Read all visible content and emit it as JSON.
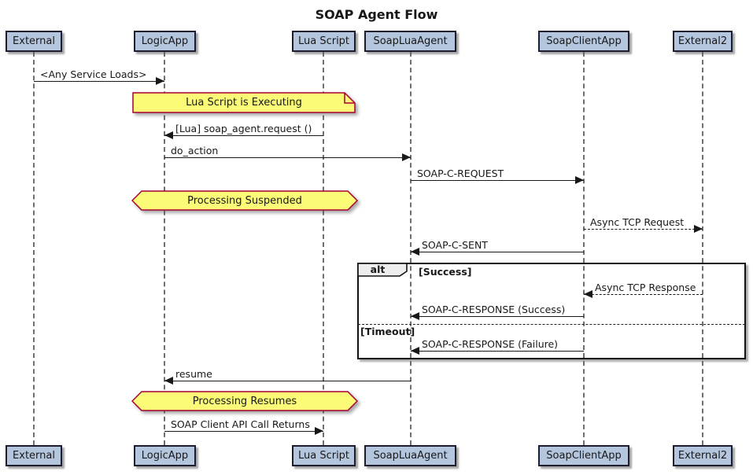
{
  "title": "SOAP Agent Flow",
  "participants": [
    {
      "name": "External"
    },
    {
      "name": "LogicApp"
    },
    {
      "name": "Lua Script"
    },
    {
      "name": "SoapLuaAgent"
    },
    {
      "name": "SoapClientApp"
    },
    {
      "name": "External2"
    }
  ],
  "messages": [
    {
      "label": "<Any Service Loads>",
      "from": "External",
      "to": "LogicApp",
      "line": "solid"
    },
    {
      "label": "[Lua] soap_agent.request ()",
      "from": "Lua Script",
      "to": "LogicApp",
      "line": "solid"
    },
    {
      "label": "do_action",
      "from": "LogicApp",
      "to": "SoapLuaAgent",
      "line": "solid"
    },
    {
      "label": "SOAP-C-REQUEST",
      "from": "SoapLuaAgent",
      "to": "SoapClientApp",
      "line": "solid"
    },
    {
      "label": "Async TCP Request",
      "from": "SoapClientApp",
      "to": "External2",
      "line": "dotted"
    },
    {
      "label": "SOAP-C-SENT",
      "from": "SoapClientApp",
      "to": "SoapLuaAgent",
      "line": "solid"
    },
    {
      "label": "Async TCP Response",
      "from": "External2",
      "to": "SoapClientApp",
      "line": "dotted"
    },
    {
      "label": "SOAP-C-RESPONSE (Success)",
      "from": "SoapClientApp",
      "to": "SoapLuaAgent",
      "line": "solid"
    },
    {
      "label": "SOAP-C-RESPONSE (Failure)",
      "from": "SoapClientApp",
      "to": "SoapLuaAgent",
      "line": "solid"
    },
    {
      "label": "resume",
      "from": "SoapLuaAgent",
      "to": "LogicApp",
      "line": "solid"
    },
    {
      "label": "SOAP Client API Call Returns",
      "from": "LogicApp",
      "to": "Lua Script",
      "line": "solid"
    }
  ],
  "notes": [
    {
      "text": "Lua Script is Executing"
    },
    {
      "text": "Processing Suspended"
    },
    {
      "text": "Processing Resumes"
    }
  ],
  "alt_frame": {
    "operator": "alt",
    "guard_success": "[Success]",
    "guard_timeout": "[Timeout]"
  },
  "colors": {
    "participant_fill": "#B4C6DE",
    "participant_border": "#1D1D30",
    "note_fill": "#FBFB77",
    "note_border": "#A80036",
    "frame_label_fill": "#EEEEEE",
    "frame_border": "#121212",
    "arrow": "#181818",
    "lifeline": "#6F6F6F"
  }
}
